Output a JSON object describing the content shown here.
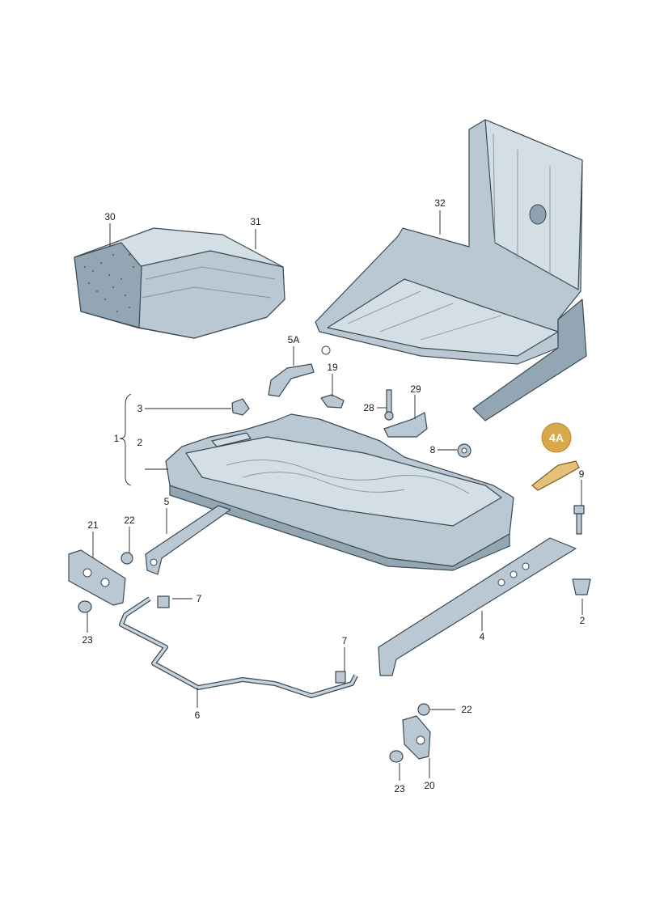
{
  "highlight_color": "#d8a94a",
  "callouts": {
    "c30": "30",
    "c31": "31",
    "c32": "32",
    "c5A": "5A",
    "c19": "19",
    "c29": "29",
    "c28": "28",
    "c3": "3",
    "c1": "1",
    "c2a": "2",
    "c8": "8",
    "c4A": "4A",
    "c9": "9",
    "c5": "5",
    "c21": "21",
    "c22a": "22",
    "c7a": "7",
    "c23a": "23",
    "c2b": "2",
    "c4": "4",
    "c7b": "7",
    "c6": "6",
    "c22b": "22",
    "c23b": "23",
    "c20": "20"
  }
}
